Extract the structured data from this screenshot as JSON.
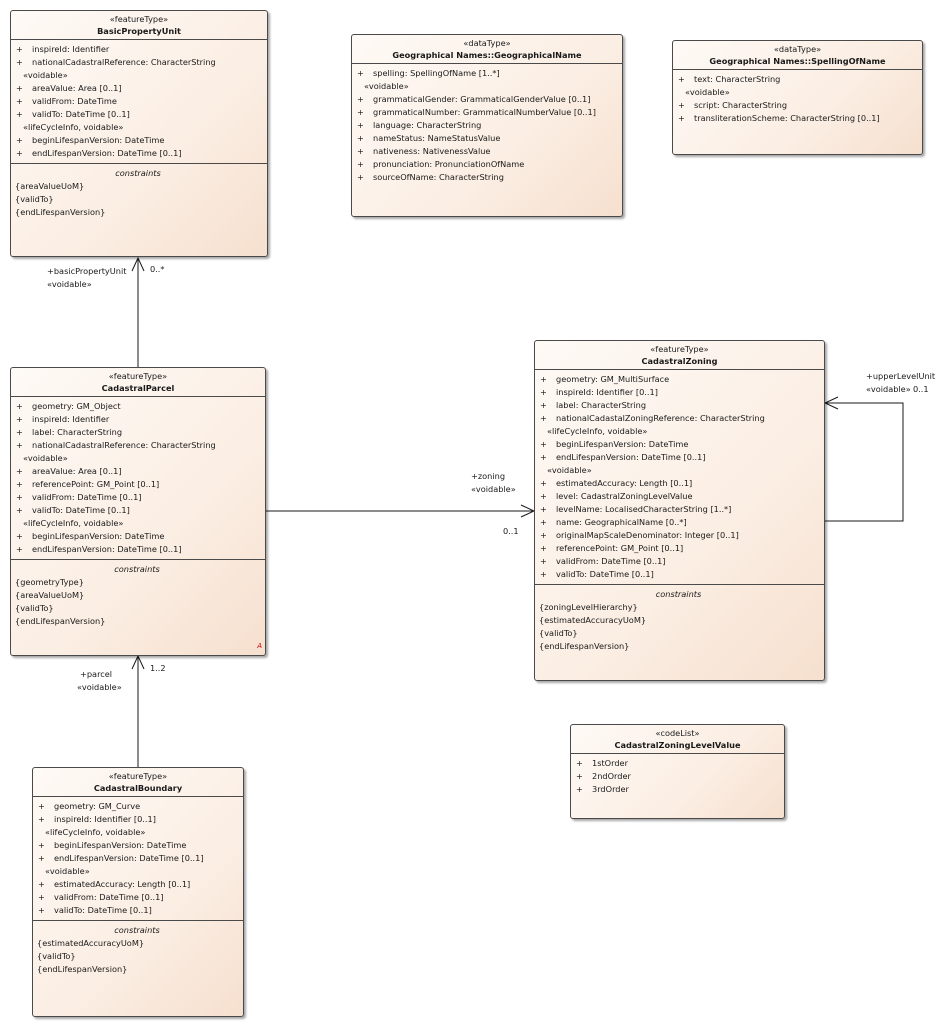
{
  "classes": {
    "basic_property_unit": {
      "stereotype": "«featureType»",
      "name": "BasicPropertyUnit",
      "attrs": [
        {
          "vis": "+",
          "text": "inspireId: Identifier"
        },
        {
          "vis": "+",
          "text": "nationalCadastralReference: CharacterString"
        }
      ],
      "voidable_label": "«voidable»",
      "voidable_attrs": [
        {
          "vis": "+",
          "text": "areaValue: Area [0..1]"
        },
        {
          "vis": "+",
          "text": "validFrom: DateTime"
        },
        {
          "vis": "+",
          "text": "validTo: DateTime [0..1]"
        }
      ],
      "lifecycle_label": "«lifeCycleInfo, voidable»",
      "lifecycle_attrs": [
        {
          "vis": "+",
          "text": "beginLifespanVersion: DateTime"
        },
        {
          "vis": "+",
          "text": "endLifespanVersion: DateTime [0..1]"
        }
      ],
      "constraints_title": "constraints",
      "constraints": [
        "{areaValueUoM}",
        "{validTo}",
        "{endLifespanVersion}"
      ]
    },
    "geographical_name": {
      "stereotype": "«dataType»",
      "name": "Geographical Names::GeographicalName",
      "attrs": [
        {
          "vis": "+",
          "text": "spelling: SpellingOfName [1..*]"
        }
      ],
      "voidable_label": "«voidable»",
      "voidable_attrs": [
        {
          "vis": "+",
          "text": "grammaticalGender: GrammaticalGenderValue [0..1]"
        },
        {
          "vis": "+",
          "text": "grammaticalNumber: GrammaticalNumberValue [0..1]"
        },
        {
          "vis": "+",
          "text": "language: CharacterString"
        },
        {
          "vis": "+",
          "text": "nameStatus: NameStatusValue"
        },
        {
          "vis": "+",
          "text": "nativeness: NativenessValue"
        },
        {
          "vis": "+",
          "text": "pronunciation: PronunciationOfName"
        },
        {
          "vis": "+",
          "text": "sourceOfName: CharacterString"
        }
      ]
    },
    "spelling_of_name": {
      "stereotype": "«dataType»",
      "name": "Geographical Names::SpellingOfName",
      "attrs": [
        {
          "vis": "+",
          "text": "text: CharacterString"
        }
      ],
      "voidable_label": "«voidable»",
      "voidable_attrs": [
        {
          "vis": "+",
          "text": "script: CharacterString"
        },
        {
          "vis": "+",
          "text": "transliterationScheme: CharacterString [0..1]"
        }
      ]
    },
    "cadastral_parcel": {
      "stereotype": "«featureType»",
      "name": "CadastralParcel",
      "attrs": [
        {
          "vis": "+",
          "text": "geometry: GM_Object"
        },
        {
          "vis": "+",
          "text": "inspireId: Identifier"
        },
        {
          "vis": "+",
          "text": "label: CharacterString"
        },
        {
          "vis": "+",
          "text": "nationalCadastralReference: CharacterString"
        }
      ],
      "voidable_label": "«voidable»",
      "voidable_attrs": [
        {
          "vis": "+",
          "text": "areaValue: Area [0..1]"
        },
        {
          "vis": "+",
          "text": "referencePoint: GM_Point [0..1]"
        },
        {
          "vis": "+",
          "text": "validFrom: DateTime [0..1]"
        },
        {
          "vis": "+",
          "text": "validTo: DateTime [0..1]"
        }
      ],
      "lifecycle_label": "«lifeCycleInfo, voidable»",
      "lifecycle_attrs": [
        {
          "vis": "+",
          "text": "beginLifespanVersion: DateTime"
        },
        {
          "vis": "+",
          "text": "endLifespanVersion: DateTime [0..1]"
        }
      ],
      "constraints_title": "constraints",
      "constraints": [
        "{geometryType}",
        "{areaValueUoM}",
        "{validTo}",
        "{endLifespanVersion}"
      ],
      "abstract_mark": "A"
    },
    "cadastral_zoning": {
      "stereotype": "«featureType»",
      "name": "CadastralZoning",
      "attrs": [
        {
          "vis": "+",
          "text": "geometry: GM_MultiSurface"
        },
        {
          "vis": "+",
          "text": "inspireId: Identifier [0..1]"
        },
        {
          "vis": "+",
          "text": "label: CharacterString"
        },
        {
          "vis": "+",
          "text": "nationalCadastalZoningReference: CharacterString"
        }
      ],
      "lifecycle_label": "«lifeCycleInfo, voidable»",
      "lifecycle_attrs": [
        {
          "vis": "+",
          "text": "beginLifespanVersion: DateTime"
        },
        {
          "vis": "+",
          "text": "endLifespanVersion: DateTime [0..1]"
        }
      ],
      "voidable_label": "«voidable»",
      "voidable_attrs": [
        {
          "vis": "+",
          "text": "estimatedAccuracy: Length [0..1]"
        },
        {
          "vis": "+",
          "text": "level: CadastralZoningLevelValue"
        },
        {
          "vis": "+",
          "text": "levelName: LocalisedCharacterString [1..*]"
        },
        {
          "vis": "+",
          "text": "name: GeographicalName [0..*]"
        },
        {
          "vis": "+",
          "text": "originalMapScaleDenominator: Integer [0..1]"
        },
        {
          "vis": "+",
          "text": "referencePoint: GM_Point [0..1]"
        },
        {
          "vis": "+",
          "text": "validFrom: DateTime [0..1]"
        },
        {
          "vis": "+",
          "text": "validTo: DateTime [0..1]"
        }
      ],
      "constraints_title": "constraints",
      "constraints": [
        "{zoningLevelHierarchy}",
        "{estimatedAccuracyUoM}",
        "{validTo}",
        "{endLifespanVersion}"
      ]
    },
    "cadastral_zoning_level_value": {
      "stereotype": "«codeList»",
      "name": "CadastralZoningLevelValue",
      "attrs": [
        {
          "vis": "+",
          "text": "1stOrder"
        },
        {
          "vis": "+",
          "text": "2ndOrder"
        },
        {
          "vis": "+",
          "text": "3rdOrder"
        }
      ]
    },
    "cadastral_boundary": {
      "stereotype": "«featureType»",
      "name": "CadastralBoundary",
      "attrs": [
        {
          "vis": "+",
          "text": "geometry: GM_Curve"
        },
        {
          "vis": "+",
          "text": "inspireId: Identifier [0..1]"
        }
      ],
      "lifecycle_label": "«lifeCycleInfo, voidable»",
      "lifecycle_attrs": [
        {
          "vis": "+",
          "text": "beginLifespanVersion: DateTime"
        },
        {
          "vis": "+",
          "text": "endLifespanVersion: DateTime [0..1]"
        }
      ],
      "voidable_label": "«voidable»",
      "voidable_attrs": [
        {
          "vis": "+",
          "text": "estimatedAccuracy: Length [0..1]"
        },
        {
          "vis": "+",
          "text": "validFrom: DateTime [0..1]"
        },
        {
          "vis": "+",
          "text": "validTo: DateTime [0..1]"
        }
      ],
      "constraints_title": "constraints",
      "constraints": [
        "{estimatedAccuracyUoM}",
        "{validTo}",
        "{endLifespanVersion}"
      ]
    }
  },
  "associations": {
    "basic_property_unit": {
      "role": "+basicPropertyUnit",
      "stereotype": "«voidable»",
      "multiplicity": "0..*"
    },
    "zoning": {
      "role": "+zoning",
      "stereotype": "«voidable»",
      "multiplicity": "0..1"
    },
    "upper_level_unit": {
      "role": "+upperLevelUnit",
      "stereotype": "«voidable»",
      "multiplicity": "0..1"
    },
    "parcel": {
      "role": "+parcel",
      "stereotype": "«voidable»",
      "multiplicity": "1..2"
    }
  },
  "colors": {
    "box_border": "#4a4a4a",
    "box_fill_light": "#fefaf6",
    "box_fill_dark": "#f6e0cf",
    "connector": "#1a1a1a",
    "abstract_mark": "#cc0000"
  }
}
